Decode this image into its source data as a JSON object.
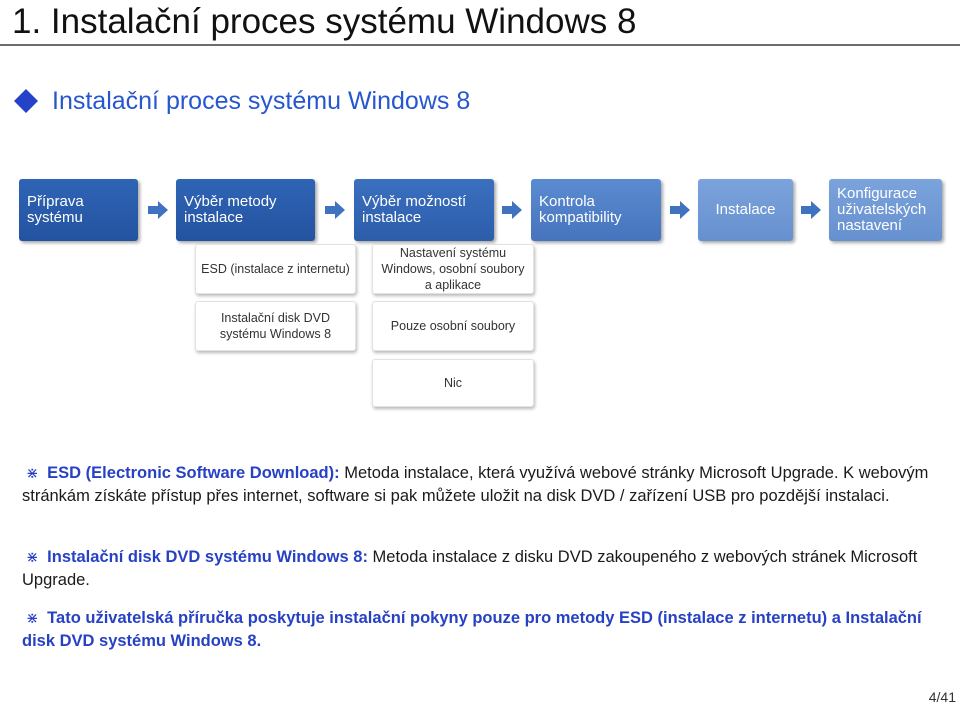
{
  "slide": {
    "title": "1. Instalační proces systému Windows 8",
    "subtitle": "Instalační proces systému Windows 8",
    "page_number": "4/41"
  },
  "flow": {
    "steps": [
      "Příprava\nsystému",
      "Výběr metody\ninstalace",
      "Výběr možností\ninstalace",
      "Kontrola\nkompatibility",
      "Instalace",
      "Konfigurace\nuživatelských\nnastavení"
    ],
    "method_options": [
      "ESD (instalace z internetu)",
      "Instalační disk DVD\nsystému Windows 8"
    ],
    "install_options": [
      "Nastavení systému\nWindows, osobní soubory\na aplikace",
      "Pouze osobní soubory",
      "Nic"
    ]
  },
  "notes": {
    "bullet_symbol": "⋇",
    "esd_term": "ESD (Electronic Software Download):",
    "esd_text": "Metoda instalace, která využívá webové stránky Microsoft Upgrade. K webovým stránkám získáte přístup přes internet, software si pak můžete uložit na disk DVD / zařízení USB pro pozdější instalaci.",
    "dvd_term": "Instalační disk DVD systému Windows 8:",
    "dvd_text": "Metoda instalace z disku DVD zakoupeného z webových stránek Microsoft Upgrade.",
    "guide_text": "Tato uživatelská příručka poskytuje instalační pokyny pouze pro metody ESD (instalace z internetu) a Instalační disk DVD systému Windows 8."
  },
  "colors": {
    "accent_blue": "#2657cf",
    "highlight_blue": "#2741c4",
    "arrow_blue": "#3f72bf"
  },
  "icons": {
    "subtitle_bullet": "diamond-bullet-icon",
    "flow_arrow": "arrow-right-icon"
  }
}
